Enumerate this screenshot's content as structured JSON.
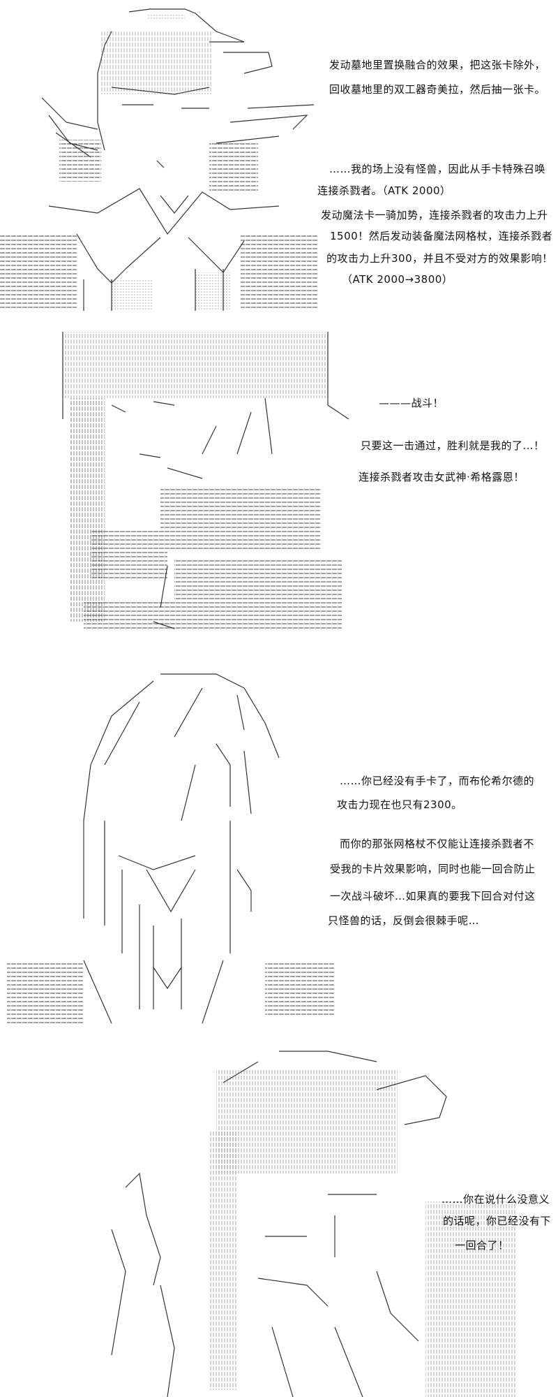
{
  "panels": [
    {
      "art": "ascii-art-character-1",
      "lines": [
        "发动墓地里置换融合的效果，把这张卡除外，",
        "回收墓地里的双工器奇美拉，然后抽一张卡。",
        "……我的场上没有怪兽，因此从手卡特殊召唤",
        "连接杀戮者。（ATK 2000）",
        "发动魔法卡一骑加势，连接杀戮者的攻击力上升",
        "1500！然后发动装备魔法网格杖，连接杀戮者",
        "的攻击力上升300，并且不受对方的效果影响！",
        "（ATK 2000→3800）"
      ]
    },
    {
      "art": "ascii-art-character-2",
      "lines": [
        "———战斗！",
        "只要这一击通过，胜利就是我的了…！",
        "连接杀戮者攻击女武神·希格露恩！"
      ]
    },
    {
      "art": "ascii-art-character-3",
      "lines": [
        "……你已经没有手卡了，而布伦希尔德的",
        "攻击力现在也只有2300。",
        "而你的那张网格杖不仅能让连接杀戮者不",
        "受我的卡片效果影响，同时也能一回合防止",
        "一次战斗破坏…如果真的要我下回合对付这",
        "只怪兽的话，反倒会很棘手呢…"
      ]
    },
    {
      "art": "ascii-art-character-4",
      "lines": [
        "……你在说什么没意义",
        "的话呢，你已经没有下",
        "一回合了！"
      ]
    }
  ]
}
